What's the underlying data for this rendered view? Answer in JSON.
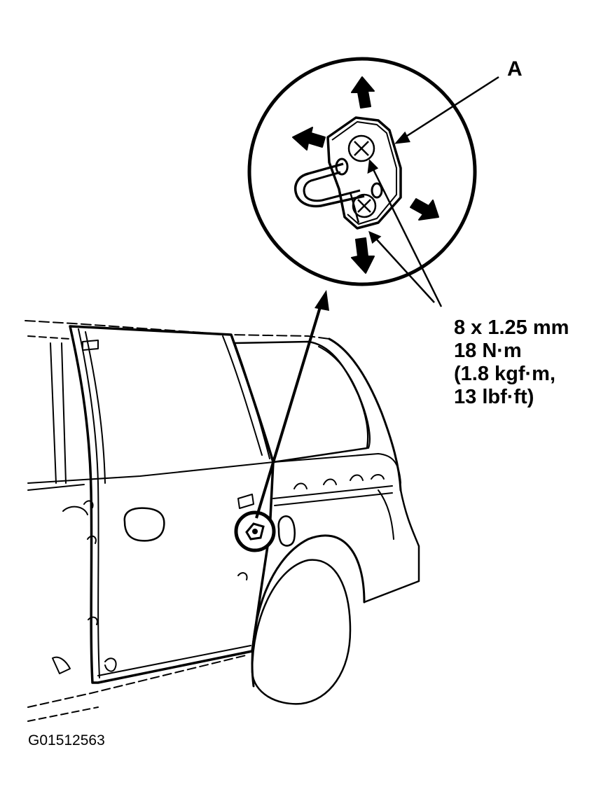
{
  "callout": {
    "part_label": "A"
  },
  "fastener_spec": {
    "size": "8 x 1.25 mm",
    "torque_nm": "18 N·m",
    "torque_kgfm": "(1.8 kgf·m,",
    "torque_lbfft": "13 lbf·ft)"
  },
  "figure": {
    "code": "G01512563"
  },
  "adjustment_arrows": {
    "count": 4,
    "directions": [
      "up",
      "left",
      "right",
      "down"
    ]
  },
  "colors": {
    "line": "#000000",
    "background": "#ffffff"
  }
}
